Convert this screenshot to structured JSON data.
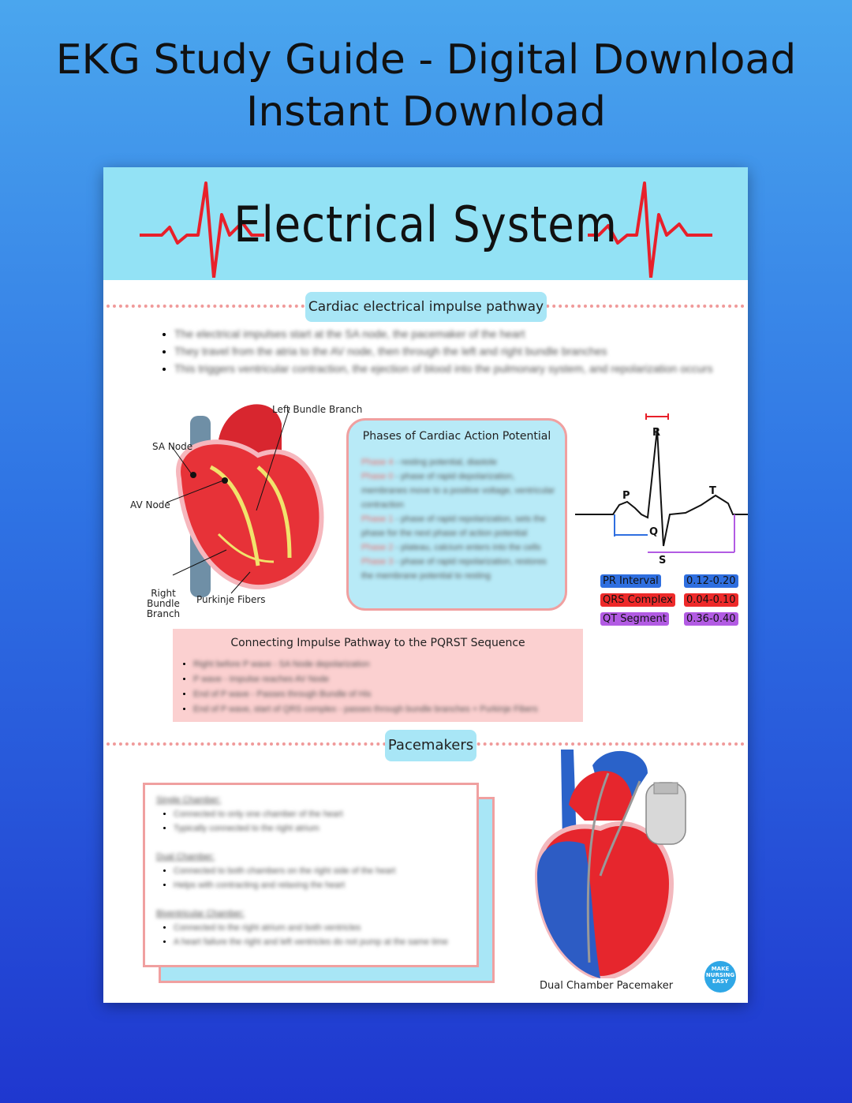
{
  "header": {
    "line1": "EKG Study Guide - Digital Download",
    "line2": "Instant Download"
  },
  "sheet": {
    "title": "Electrical System",
    "section1": {
      "pill": "Cardiac electrical impulse pathway",
      "bullets": [
        "The electrical impulses start at the SA node, the pacemaker of the heart",
        "They travel from the atria to the AV node, then through the left and right bundle branches",
        "This triggers ventricular contraction, the ejection of blood into the pulmonary system, and repolarization occurs"
      ]
    },
    "heart_labels": {
      "left_bundle": "Left Bundle Branch",
      "sa_node": "SA Node",
      "av_node": "AV Node",
      "right_bundle": "Right Bundle Branch",
      "purkinje": "Purkinje Fibers"
    },
    "phases": {
      "title": "Phases of Cardiac Action Potential",
      "items": [
        {
          "phase": "Phase 4",
          "text": " - resting potential, diastole"
        },
        {
          "phase": "Phase 0",
          "text": " - phase of rapid depolarization, membranes move to a positive voltage, ventricular contraction"
        },
        {
          "phase": "Phase 1",
          "text": " - phase of rapid repolarization, sets the phase for the next phase of action potential"
        },
        {
          "phase": "Phase 2",
          "text": " - plateau, calcium enters into the cells"
        },
        {
          "phase": "Phase 3",
          "text": " - phase of rapid repolarization, restores the membrane potential to resting"
        }
      ]
    },
    "waveform": {
      "labels": {
        "p": "P",
        "q": "Q",
        "r": "R",
        "s": "S",
        "t": "T"
      }
    },
    "intervals": [
      {
        "name": "PR Interval",
        "value": "0.12-0.20",
        "color": "#2f6fe0"
      },
      {
        "name": "QRS Complex",
        "value": "0.04-0.10",
        "color": "#ee2a2a"
      },
      {
        "name": "QT Segment",
        "value": "0.36-0.40",
        "color": "#b25be3"
      }
    ],
    "connect": {
      "title": "Connecting Impulse Pathway to the PQRST Sequence",
      "items": [
        "Right before P wave - SA Node depolarization",
        "P wave - Impulse reaches AV Node",
        "End of P wave - Passes through Bundle of His",
        "End of P wave, start of QRS complex - passes through bundle branches + Purkinje Fibers"
      ]
    },
    "section2": {
      "pill": "Pacemakers",
      "groups": [
        {
          "heading": "Single Chamber:",
          "items": [
            "Connected to only one chamber of the heart",
            "Typically connected to the right atrium"
          ]
        },
        {
          "heading": "Dual Chamber:",
          "items": [
            "Connected to both chambers on the right side of the heart",
            "Helps with contracting and relaxing the heart"
          ]
        },
        {
          "heading": "Biventricular Chamber:",
          "items": [
            "Connected to the right atrium and both ventricles",
            "A heart failure the right and left ventricles do not pump at the same time"
          ]
        }
      ],
      "caption": "Dual Chamber Pacemaker"
    },
    "logo_text": "MAKE NURSING EASY"
  },
  "colors": {
    "banner": "#93e2f5",
    "pill": "#a8e6f6",
    "accent_pink": "#f0a0a0",
    "ekg_red": "#e8202a"
  }
}
